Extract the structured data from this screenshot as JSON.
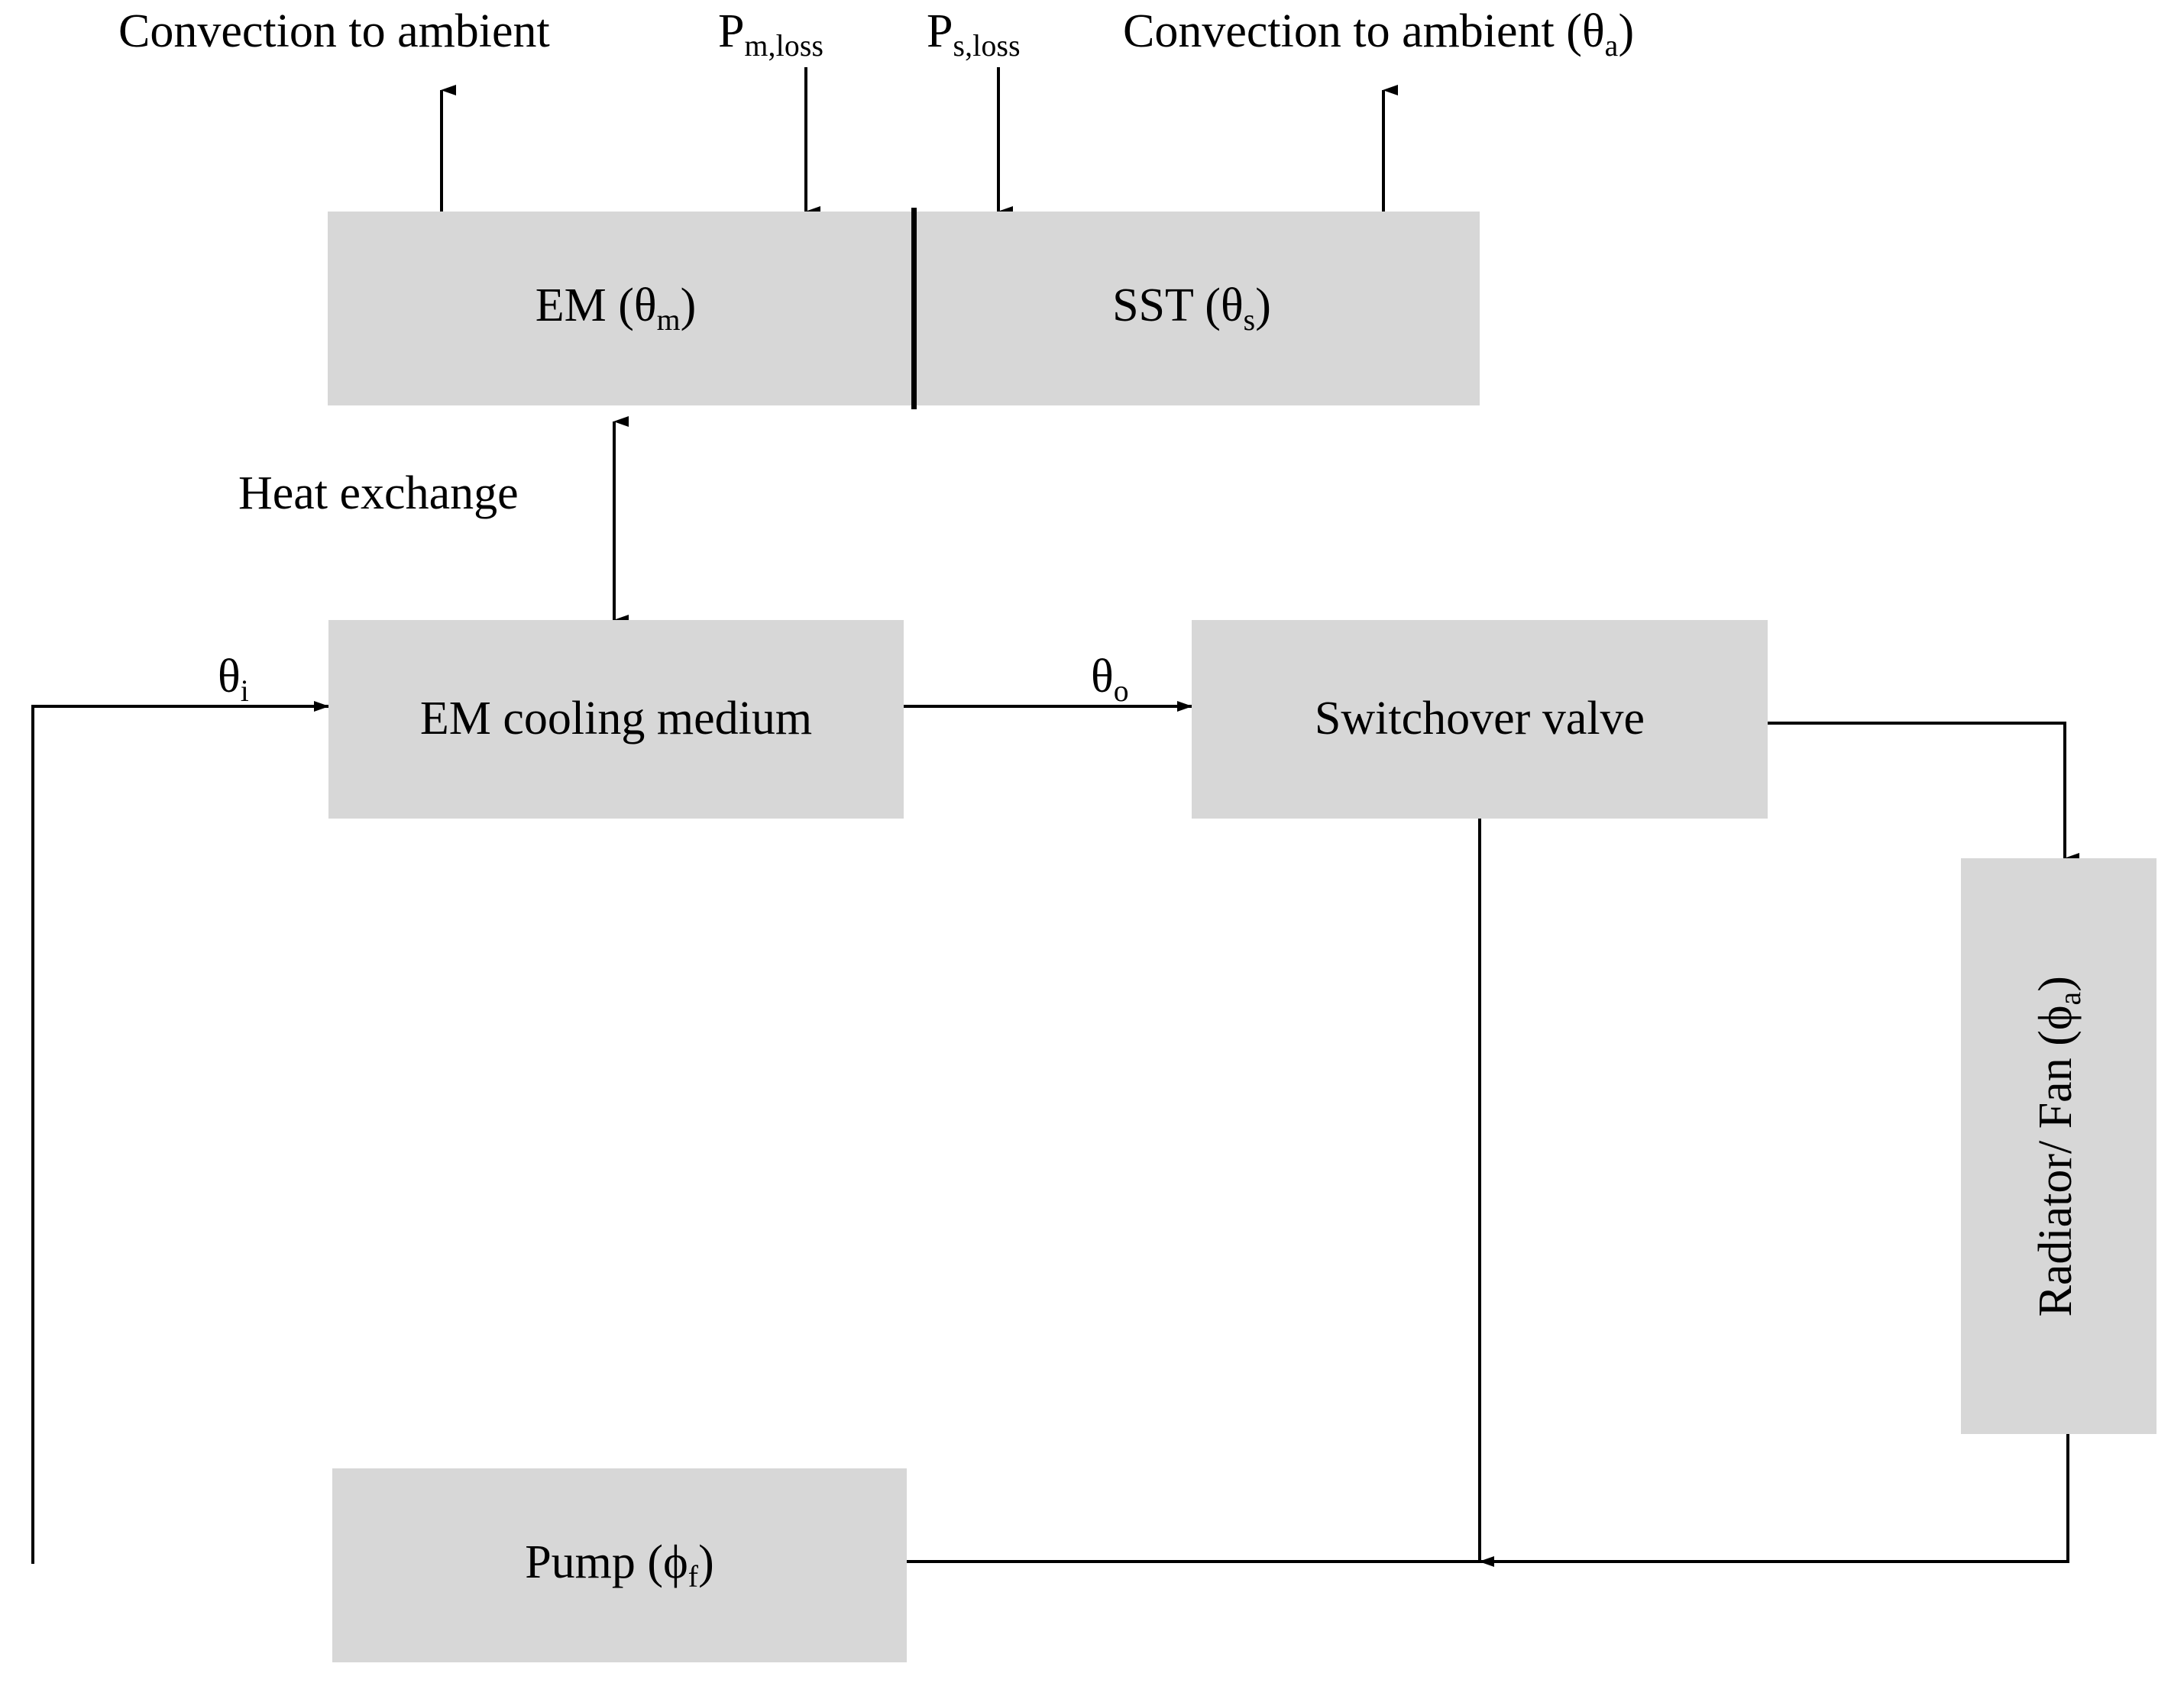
{
  "diagram": {
    "title": "Electric machine thermal management block diagram",
    "colors": {
      "node_fill": "#d7d7d7",
      "line": "#000000",
      "background": "#ffffff"
    },
    "nodes": {
      "em": {
        "label_main": "EM (",
        "label_symbol": "θ",
        "label_sub": "m",
        "label_close": ")",
        "full": "EM (θm)"
      },
      "sst": {
        "label_main": "SST (",
        "label_symbol": "θ",
        "label_sub": "s",
        "label_close": ")",
        "full": "SST (θs)"
      },
      "cooling_medium": {
        "full": "EM cooling medium"
      },
      "switchover_valve": {
        "full": "Switchover valve"
      },
      "radiator_fan": {
        "label_main": "Radiator/ Fan (",
        "label_symbol": "ϕ",
        "label_sub": "a",
        "label_close": ")",
        "full": "Radiator/ Fan (ϕa)"
      },
      "pump": {
        "label_main": "Pump (",
        "label_symbol": "ϕ",
        "label_sub": "f",
        "label_close": ")",
        "full": "Pump (ϕf)"
      }
    },
    "labels": {
      "convection_left": "Convection to ambient",
      "p_m_loss_main": "P",
      "p_m_loss_sub": "m,loss",
      "p_s_loss_main": "P",
      "p_s_loss_sub": "s,loss",
      "convection_right_main": "Convection to ambient (",
      "convection_right_symbol": "θ",
      "convection_right_sub": "a",
      "convection_right_close": ")",
      "heat_exchange": "Heat exchange",
      "theta_in_symbol": "θ",
      "theta_in_sub": "i",
      "theta_out_symbol": "θ",
      "theta_out_sub": "o"
    },
    "flows": [
      {
        "name": "convection-out-em",
        "from": "EM (θm)",
        "to": "ambient",
        "direction": "up"
      },
      {
        "name": "power-loss-em",
        "from": "P m,loss",
        "to": "EM (θm)",
        "direction": "down"
      },
      {
        "name": "power-loss-sst",
        "from": "P s,loss",
        "to": "SST (θs)",
        "direction": "down"
      },
      {
        "name": "convection-out-sst",
        "from": "SST (θs)",
        "to": "ambient (θa)",
        "direction": "up"
      },
      {
        "name": "heat-exchange",
        "from": "EM (θm)",
        "to": "EM cooling medium",
        "direction": "bidirectional"
      },
      {
        "name": "coolant-in",
        "from": "Pump (ϕf)",
        "to": "EM cooling medium",
        "label": "θi",
        "direction": "right"
      },
      {
        "name": "coolant-out",
        "from": "EM cooling medium",
        "to": "Switchover valve",
        "label": "θo",
        "direction": "right"
      },
      {
        "name": "valve-to-radiator",
        "from": "Switchover valve",
        "to": "Radiator/ Fan (ϕa)",
        "direction": "right-down"
      },
      {
        "name": "valve-bypass",
        "from": "Switchover valve",
        "to": "Pump (ϕf)",
        "direction": "down"
      },
      {
        "name": "radiator-return",
        "from": "Radiator/ Fan (ϕa)",
        "to": "Pump (ϕf)",
        "direction": "down-left"
      },
      {
        "name": "pump-return",
        "from": "Pump (ϕf)",
        "to": "EM cooling medium",
        "direction": "left-up"
      }
    ]
  }
}
